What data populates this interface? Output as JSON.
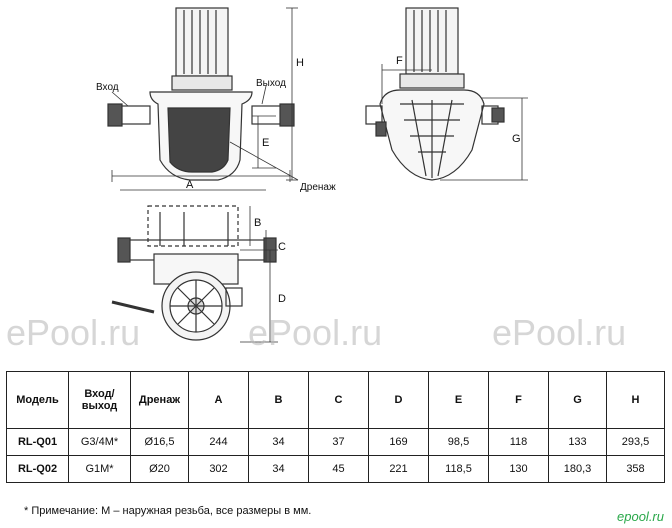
{
  "drawing": {
    "labels": {
      "inlet": "Вход",
      "outlet": "Выход",
      "drain": "Дренаж",
      "A": "A",
      "B": "B",
      "C": "C",
      "D": "D",
      "E": "E",
      "F": "F",
      "G": "G",
      "H": "H"
    }
  },
  "watermarks": [
    "ePool.ru",
    "ePool.ru",
    "ePool.ru"
  ],
  "table": {
    "headers": [
      "Модель",
      "Вход/\nвыход",
      "Дренаж",
      "A",
      "B",
      "C",
      "D",
      "E",
      "F",
      "G",
      "H"
    ],
    "rows": [
      [
        "RL-Q01",
        "G3/4M*",
        "Ø16,5",
        "244",
        "34",
        "37",
        "169",
        "98,5",
        "118",
        "133",
        "293,5"
      ],
      [
        "RL-Q02",
        "G1M*",
        "Ø20",
        "302",
        "34",
        "45",
        "221",
        "118,5",
        "130",
        "180,3",
        "358"
      ]
    ]
  },
  "footnote": "* Примечание:  М – наружная резьба, все размеры в мм.",
  "brand": "epool.ru",
  "colors": {
    "line": "#333333",
    "watermark": "#b4b4b4",
    "brand": "#2aa84a"
  }
}
